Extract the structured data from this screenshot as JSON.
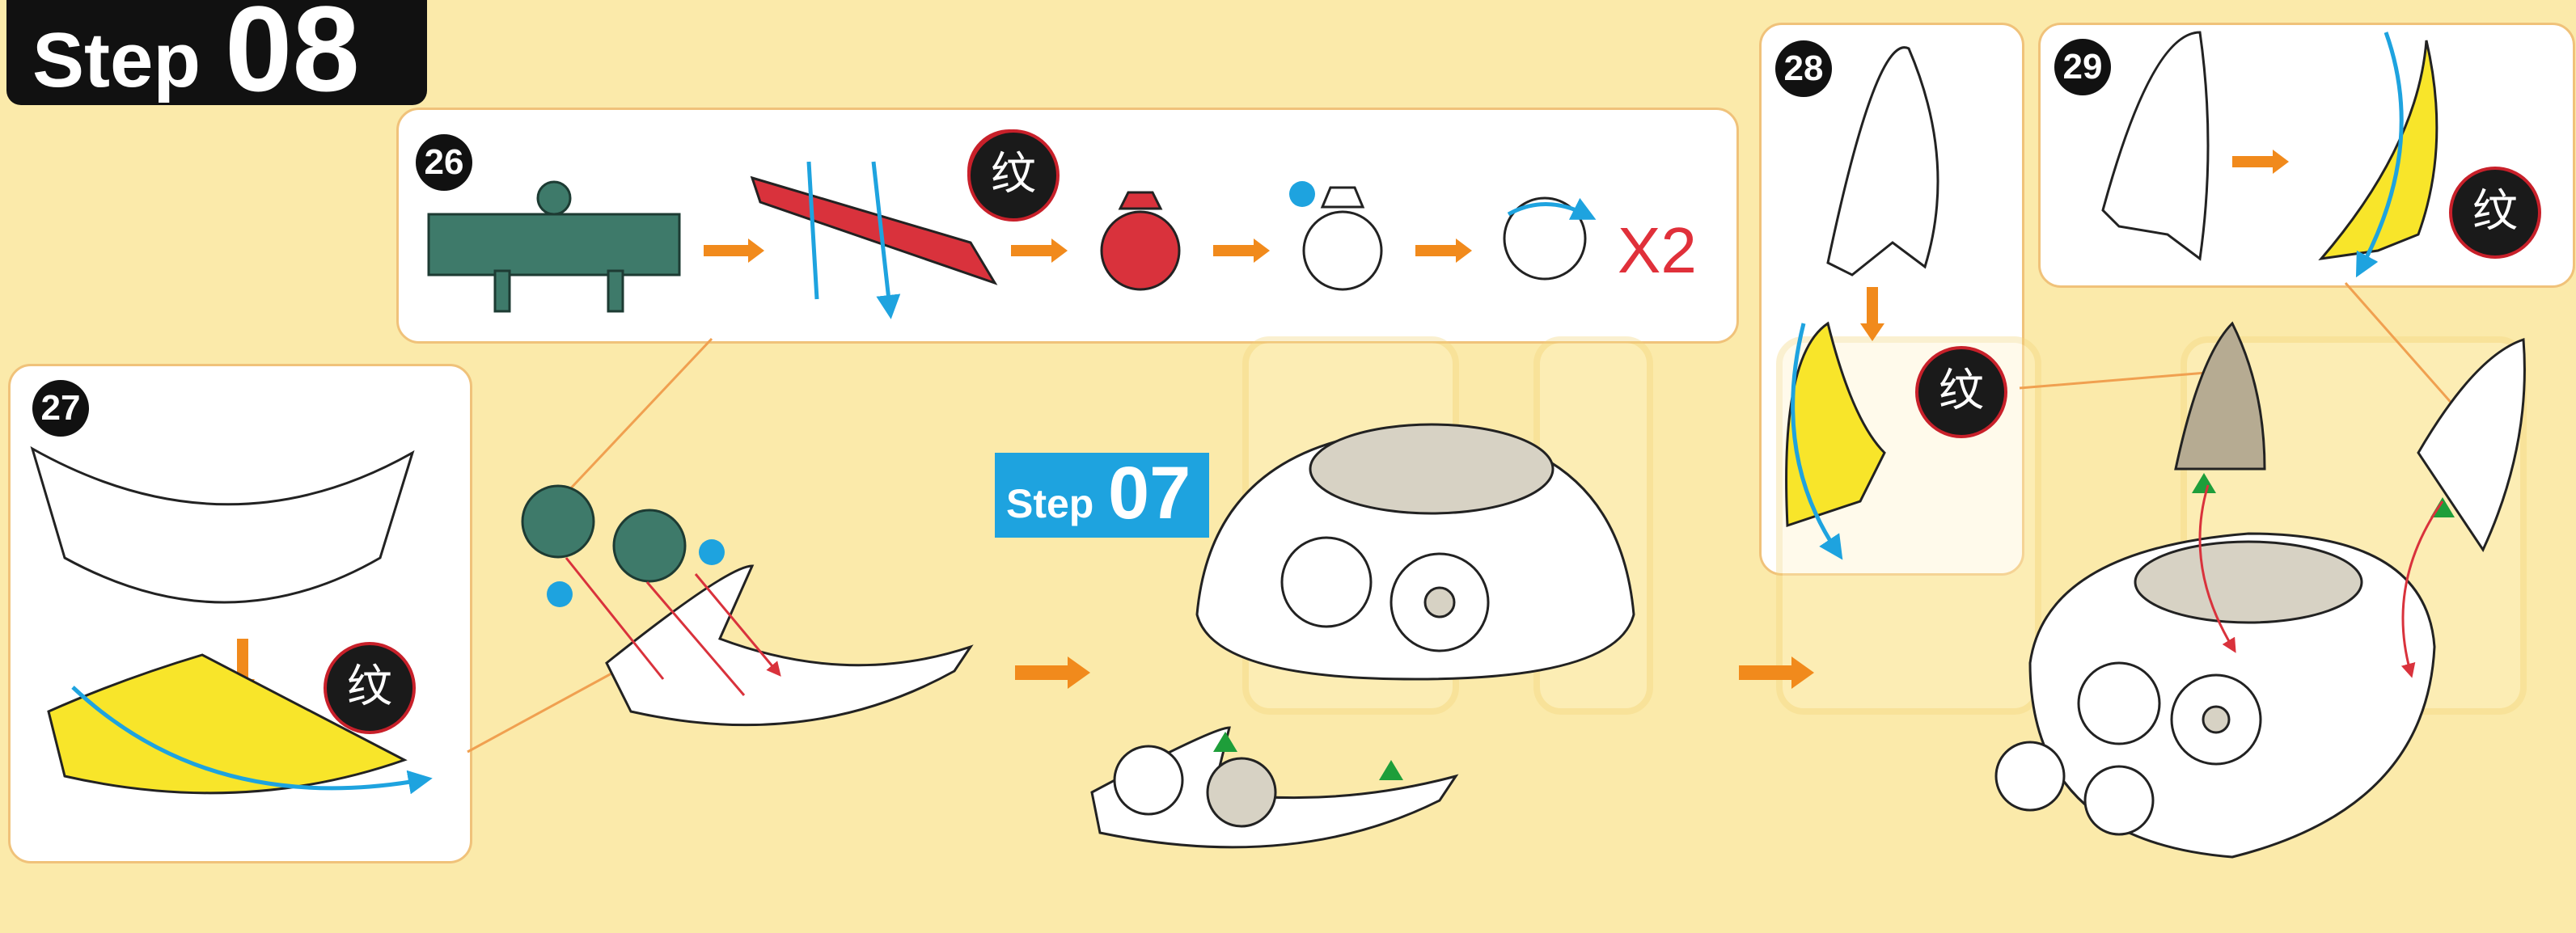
{
  "header": {
    "step_word": "Step",
    "step_number": "08"
  },
  "panels": {
    "p26": {
      "number": "26",
      "kanji": "纹",
      "multiplier": "X2"
    },
    "p27": {
      "number": "27",
      "kanji": "纹"
    },
    "p28": {
      "number": "28",
      "kanji": "纹"
    },
    "p29": {
      "number": "29",
      "kanji": "纹"
    }
  },
  "reference": {
    "step_word": "Step",
    "step_number": "07"
  },
  "colors": {
    "background": "#fbeaaa",
    "arrow": "#f18a1c",
    "blue": "#1ea3df",
    "green_part": "#3e7a6a",
    "red_part": "#d9323c",
    "yellow_part": "#f8e52a"
  }
}
